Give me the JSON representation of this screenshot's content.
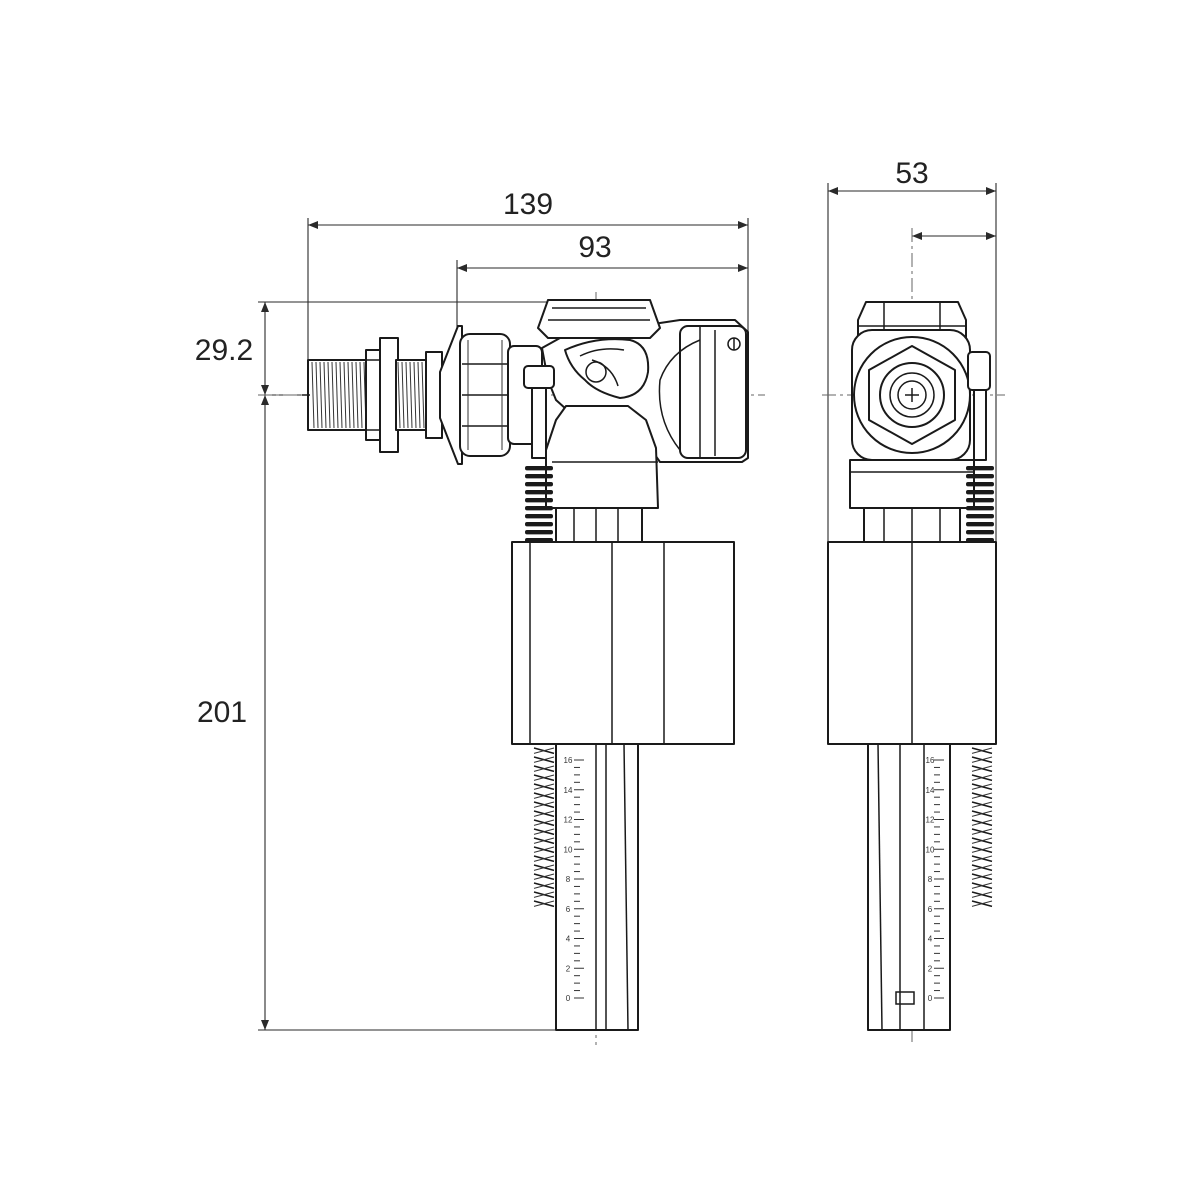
{
  "dimensions": {
    "overall_length": "139",
    "body_length": "93",
    "inlet_offset": "29.2",
    "height": "201",
    "width": "53"
  },
  "scale_labels": [
    "0",
    "2",
    "4",
    "6",
    "8",
    "10",
    "12",
    "14",
    "16"
  ]
}
